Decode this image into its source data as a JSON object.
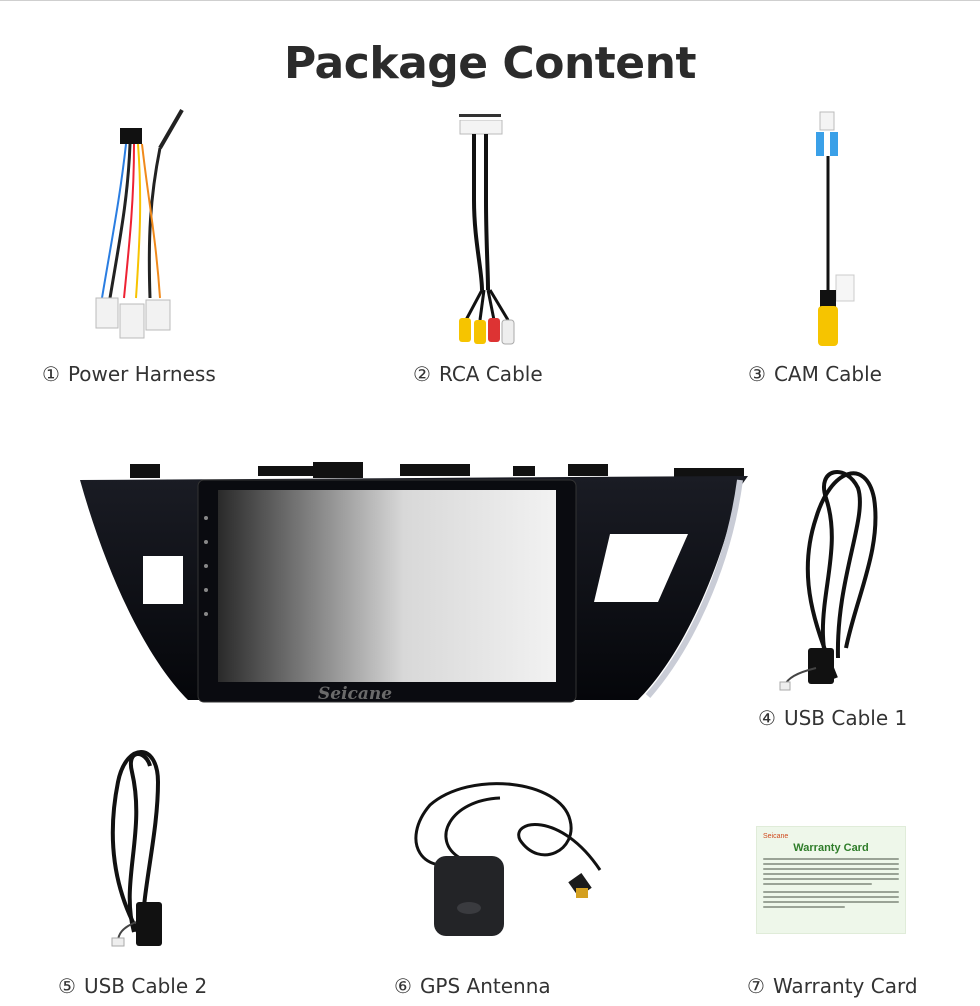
{
  "page": {
    "title": "Package Content"
  },
  "items": [
    {
      "number": "①",
      "label": "Power Harness"
    },
    {
      "number": "②",
      "label": "RCA Cable"
    },
    {
      "number": "③",
      "label": "CAM Cable"
    },
    {
      "number": "④",
      "label": "USB Cable 1"
    },
    {
      "number": "⑤",
      "label": "USB Cable 2"
    },
    {
      "number": "⑥",
      "label": "GPS Antenna"
    },
    {
      "number": "⑦",
      "label": "Warranty Card"
    }
  ],
  "head_unit": {
    "brand_watermark": "Seicane"
  },
  "warranty_card": {
    "brand": "Seicane",
    "heading": "Warranty Card"
  },
  "colors": {
    "title": "#2b2b2b",
    "text": "#333333",
    "card_bg": "#eef7ea",
    "card_heading": "#2f7d2a"
  }
}
